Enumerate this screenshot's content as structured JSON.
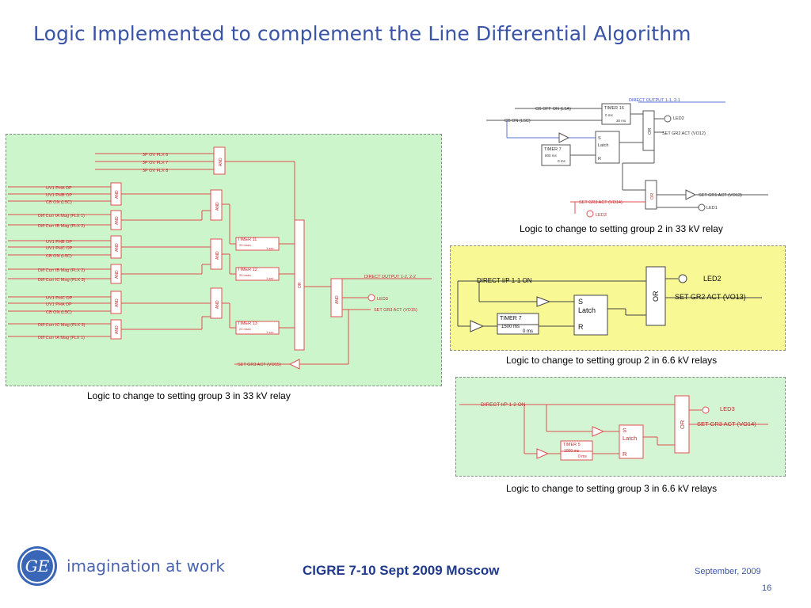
{
  "title": "Logic Implemented to complement the Line Differential Algorithm",
  "colors": {
    "title": "#3a55a8",
    "wire_red": "#e05050",
    "wire_blue": "#5a70d0",
    "panel_green": "#ccf5cc",
    "panel_yellow": "#f8f894"
  },
  "diagram_top": {
    "caption": "Logic to change to setting group 2 in 33 kV relay",
    "direct_output": "DIRECT OUTPUT 1-1, 2-1",
    "cb_off_on": "CB OFF ON (L5A)",
    "cb_on": "CB ON (L5C)",
    "timer16_title": "TIMER 16",
    "timer16_v1": "0 ms",
    "timer16_v2": "30 ms",
    "timer7_title": "TIMER 7",
    "timer7_v1": "800 ms",
    "timer7_v2": "0 ms",
    "latch_s": "S",
    "latch_name": "Latch",
    "latch_r": "R",
    "or1": "OR",
    "or2": "OR",
    "led2": "LED2",
    "set_gr2": "SET GR2 ACT (VO12)",
    "set_gr3": "SET GR3 ACT (VO14)",
    "set_gr1": "SET GR1 ACT (VO13)",
    "led3": "LED3",
    "led1": "LED1"
  },
  "diagram_mid": {
    "caption": "Logic to change to setting group 2 in 6.6 kV relays",
    "direct_ip": "DIRECT I/P 1-1 ON",
    "timer_title": "TIMER 7",
    "timer_v1": "1500 ms",
    "timer_v2": "0 ms",
    "latch_s": "S",
    "latch_name": "Latch",
    "latch_r": "R",
    "or": "OR",
    "led2": "LED2",
    "set_gr2": "SET GR2 ACT (VO13)"
  },
  "diagram_bot": {
    "caption": "Logic to change to setting group 3 in 6.6 kV relays",
    "direct_ip": "DIRECT I/P 1-2 ON",
    "timer_title": "TIMER 5",
    "timer_v1": "1000 ms",
    "timer_v2": "0 ms",
    "latch_s": "S",
    "latch_name": "Latch",
    "latch_r": "R",
    "or": "OR",
    "led3": "LED3",
    "set_gr3": "SET GR3 ACT (VO14)"
  },
  "diagram_left": {
    "caption": "Logic to change to setting group 3 in 33 kV relay",
    "ov1": "3P OV FLX 6",
    "ov2": "3P OV FLX 7",
    "ov3": "3P OV FLX 8",
    "uv_pha_op": "UV1 PHA OP",
    "uv_phb_op": "UV1 PHB OP",
    "cb_on": "CB ON (L5C)",
    "diff_ia_mag": "Diff Curr IA Mag (FLX 1)",
    "diff_ib_mag": "Diff Curr IB Mag (FLX 2)",
    "uv_phb_op2": "UV1 PHB OP",
    "uv_phc_op": "UV1 PHC OP",
    "cb_on2": "CB ON (L5C)",
    "diff_ib_mag2": "Diff Curr IB Mag (FLX 2)",
    "diff_ic_mag": "Diff Curr IC Mag (FLX 3)",
    "uv_phc_op2": "UV1 PHC OP",
    "uv_pha_op2": "UV1 PHA OP",
    "cb_on3": "CB ON (L5C)",
    "diff_ic_mag2": "Diff Curr IC Mag (FLX 3)",
    "diff_ia_mag2": "Diff Curr IA Mag (FLX 1)",
    "and": "AND",
    "or": "OR",
    "timer11": "TIMER 11",
    "timer12": "TIMER 12",
    "timer13": "TIMER 13",
    "t_v1": "20 msec",
    "t_v2": "1 sec",
    "direct_output": "DIRECT OUTPUT 1-2, 2-2",
    "led3": "LED3",
    "set_gr3": "SET GR3 ACT (VO15)",
    "set_gr3_b": "SET GR3 ACT (VO15)"
  },
  "footer": {
    "logo_letters": "GE",
    "tagline": "imagination at work",
    "center": "CIGRE 7-10 Sept 2009 Moscow",
    "date": "September,  2009",
    "page": "16"
  }
}
